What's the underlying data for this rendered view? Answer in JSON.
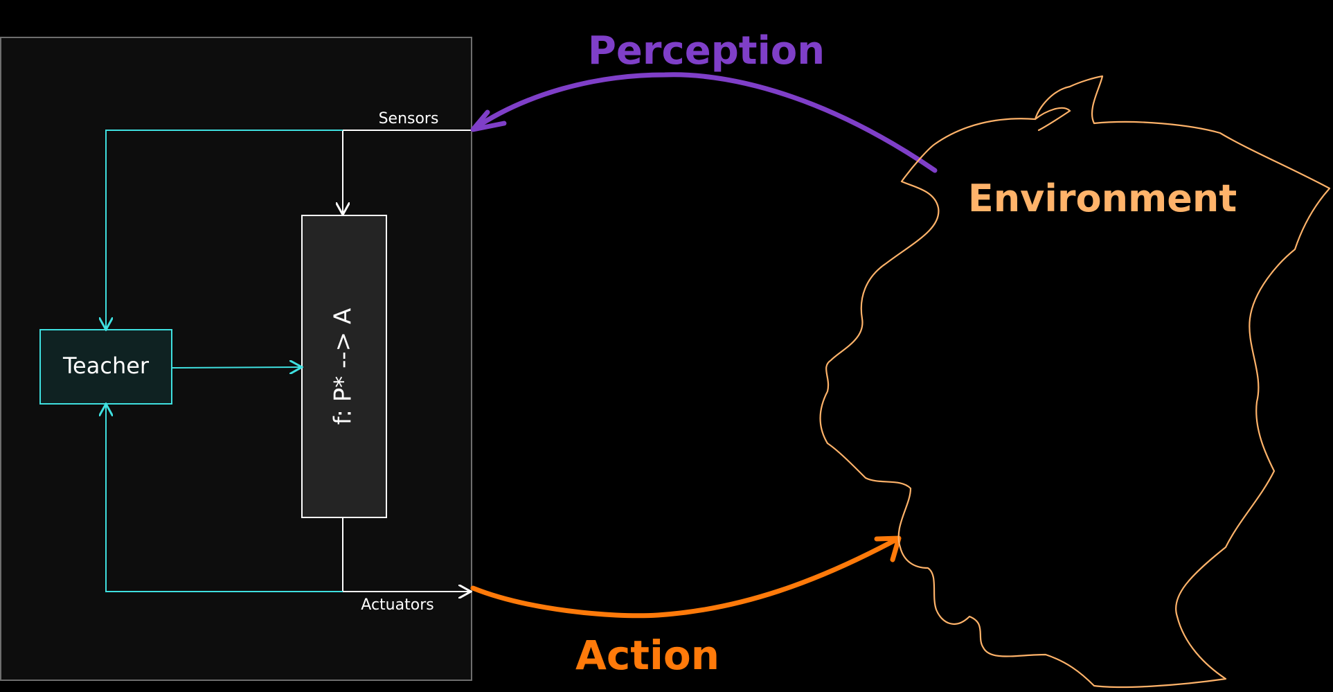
{
  "diagram": {
    "agent": {
      "teacher_label": "Teacher",
      "function_label": "f: P* --> A",
      "sensors_label": "Sensors",
      "actuators_label": "Actuators"
    },
    "environment_label": "Environment",
    "perception_label": "Perception",
    "action_label": "Action"
  },
  "colors": {
    "background": "#000000",
    "agent_box_fill": "#0d0d0d",
    "agent_box_stroke": "#6e6e6e",
    "function_fill": "#242424",
    "wire_white": "#ffffff",
    "teacher_cyan": "#3fe0e0",
    "teacher_fill": "#0f2222",
    "perception_purple": "#7f3fc8",
    "action_orange": "#ff7a0a",
    "environment_peach": "#ffb36a"
  }
}
